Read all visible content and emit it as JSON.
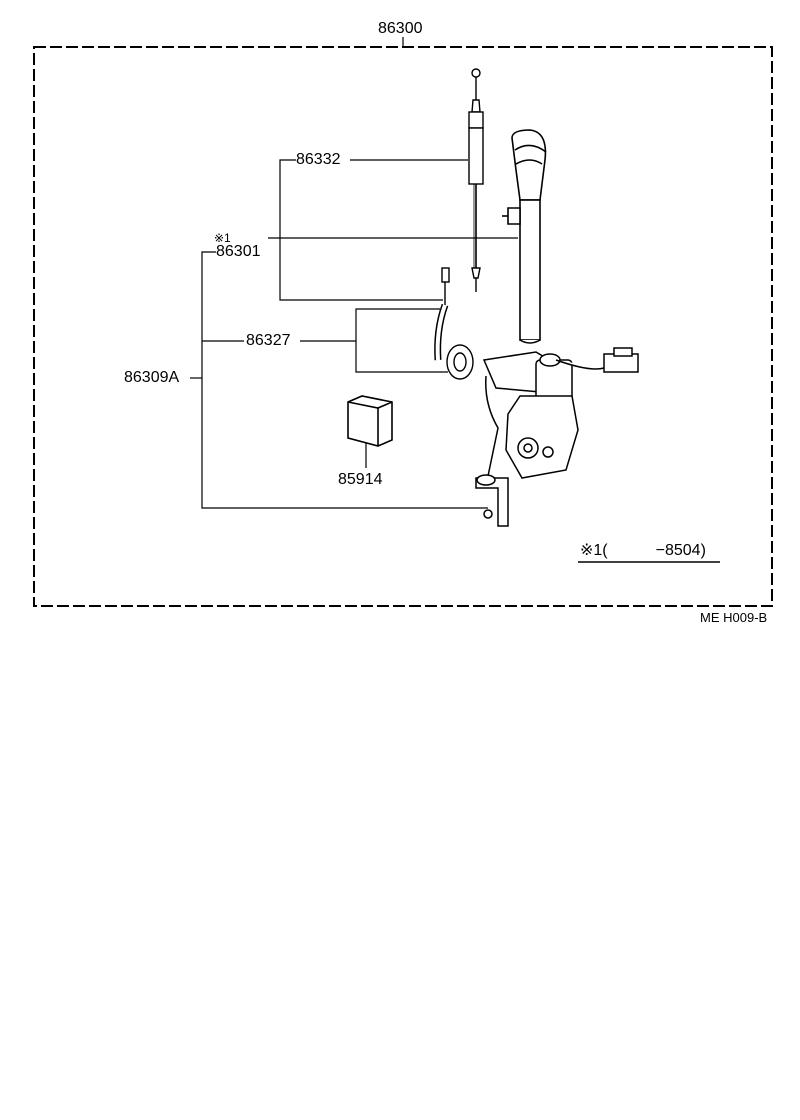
{
  "diagram": {
    "assembly_number": "86300",
    "parts": {
      "antenna_pole": "86332",
      "antenna_sub_assy": "86301",
      "cord_sub_assy": "86327",
      "motor_bracket": "86309A",
      "relay": "85914"
    },
    "note_mark": "※1",
    "footnote": "※1(　　　−8504)",
    "drawing_code": "ME H009-B"
  }
}
